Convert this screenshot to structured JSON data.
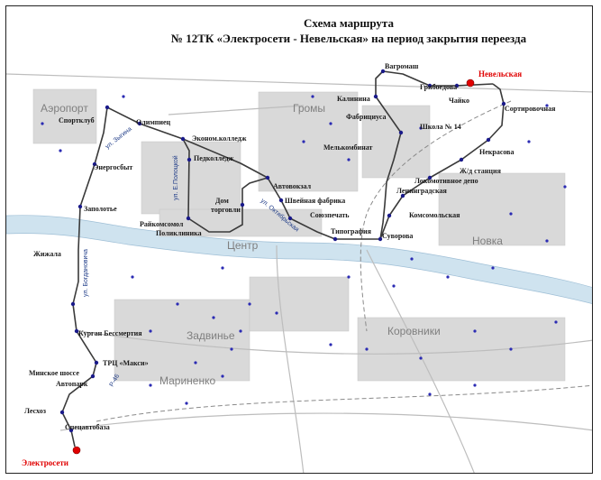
{
  "title": {
    "line1": "Схема маршрута",
    "line2": "№ 12ТК «Электросети - Невельская» на период закрытия переезда"
  },
  "colors": {
    "route": "#3a3a3a",
    "terminal": "#e00000",
    "stop": "#1a1a8a",
    "river": "#cfe3ef",
    "blocks": "#d9d9d9"
  },
  "terminals": {
    "start": "Электросети",
    "end": "Невельская"
  },
  "districts": {
    "aeroport": "Аэропорт",
    "gromy": "Громы",
    "centr": "Центр",
    "novka": "Новка",
    "zadvinye": "Задвинье",
    "korovniki": "Коровники",
    "marinenko": "Мариненко"
  },
  "streets": {
    "zygina": "ул. Зыгина",
    "polockoy": "ул. Е.Полоцкой",
    "oktyabrskaya": "ул. Октябрьская",
    "bogdanovicha": "ул. Богдановича",
    "r46": "Р-46"
  },
  "stops": {
    "vagromash": "Вагромаш",
    "nevelskaya": "Невельская",
    "kalinina": "Калинина",
    "griboedova": "Грибоедова",
    "chayko": "Чайко",
    "sortirovochnaya": "Сортировочная",
    "fabriciusa": "Фабрициуса",
    "shkola14": "Школа № 14",
    "olimpiec": "Олимпиец",
    "sportklub": "Спортклуб",
    "ekonom": "Эконом.колледж",
    "pedkolledzh": "Педколледж",
    "melkombinat": "Мелькомбинат",
    "nekrasova": "Некрасова",
    "energosbyt": "Энергосбыт",
    "zhd": "Ж/д станция",
    "lokomotiv": "Локомотивное депо",
    "avtovokzal": "Автовокзал",
    "leningradskaya": "Ленинградская",
    "shveynaya": "Швейная фабрика",
    "domtorgovli1": "Дом",
    "domtorgovli2": "торговли",
    "zapolotye": "Заполотье",
    "soyuzpechat": "Союзпечать",
    "komsomolskaya": "Комсомольская",
    "raykomsomol": "Райкомсомол",
    "poliklinika": "Поликлиника",
    "tipografiya": "Типография",
    "suvorova": "Суворова",
    "zhizhala": "Жижала",
    "kurgan": "Курган Бессмертия",
    "trc": "ТРЦ «Макси»",
    "minskoe": "Минское шоссе",
    "avtopark": "Автопарк",
    "leshoz": "Лесхоз",
    "specavtobaza": "Спецавтобаза",
    "elektroseti": "Электросети"
  }
}
